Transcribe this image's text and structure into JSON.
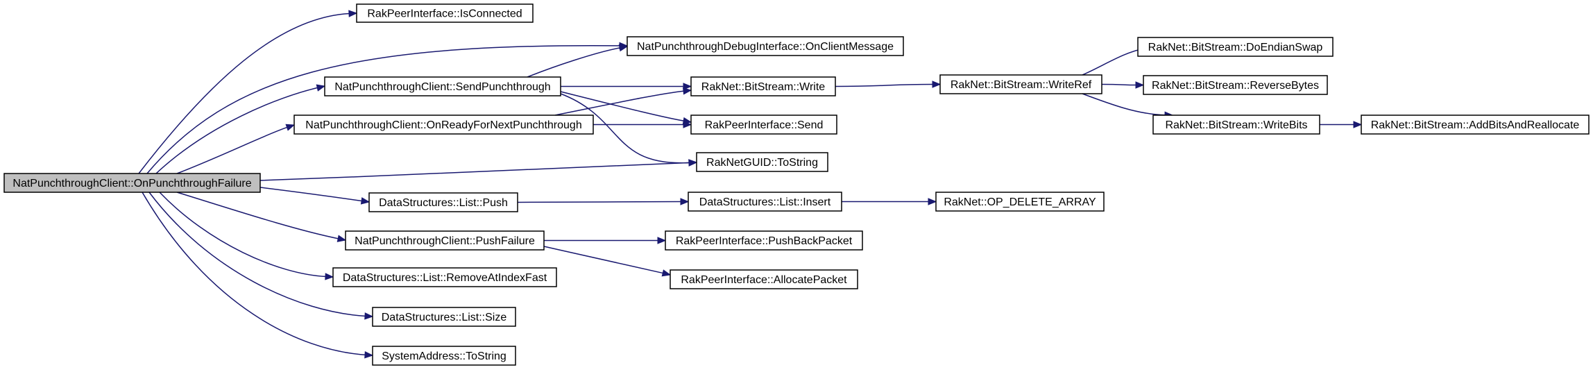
{
  "nodes": {
    "root": "NatPunchthroughClient::OnPunchthroughFailure",
    "isConnected": "RakPeerInterface::IsConnected",
    "debugOnClientMessage": "NatPunchthroughDebugInterface::OnClientMessage",
    "sendPunchthrough": "NatPunchthroughClient::SendPunchthrough",
    "onReadyForNext": "NatPunchthroughClient::OnReadyForNextPunchthrough",
    "bsWrite": "RakNet::BitStream::Write",
    "rakSend": "RakPeerInterface::Send",
    "guidToString": "RakNetGUID::ToString",
    "bsWriteRef": "RakNet::BitStream::WriteRef",
    "bsDoEndianSwap": "RakNet::BitStream::DoEndianSwap",
    "bsReverseBytes": "RakNet::BitStream::ReverseBytes",
    "bsWriteBits": "RakNet::BitStream::WriteBits",
    "bsAddBits": "RakNet::BitStream::AddBitsAndReallocate",
    "listPush": "DataStructures::List::Push",
    "listInsert": "DataStructures::List::Insert",
    "opDeleteArray": "RakNet::OP_DELETE_ARRAY",
    "pushFailure": "NatPunchthroughClient::PushFailure",
    "pushBackPacket": "RakPeerInterface::PushBackPacket",
    "allocatePacket": "RakPeerInterface::AllocatePacket",
    "removeAtIndexFast": "DataStructures::List::RemoveAtIndexFast",
    "listSize": "DataStructures::List::Size",
    "sysAddrToString": "SystemAddress::ToString"
  },
  "edges": [
    [
      "root",
      "isConnected"
    ],
    [
      "root",
      "debugOnClientMessage"
    ],
    [
      "root",
      "sendPunchthrough"
    ],
    [
      "root",
      "onReadyForNext"
    ],
    [
      "root",
      "guidToString"
    ],
    [
      "root",
      "listPush"
    ],
    [
      "root",
      "pushFailure"
    ],
    [
      "root",
      "removeAtIndexFast"
    ],
    [
      "root",
      "listSize"
    ],
    [
      "root",
      "sysAddrToString"
    ],
    [
      "sendPunchthrough",
      "debugOnClientMessage"
    ],
    [
      "sendPunchthrough",
      "bsWrite"
    ],
    [
      "sendPunchthrough",
      "rakSend"
    ],
    [
      "sendPunchthrough",
      "guidToString"
    ],
    [
      "onReadyForNext",
      "bsWrite"
    ],
    [
      "onReadyForNext",
      "rakSend"
    ],
    [
      "bsWrite",
      "bsWriteRef"
    ],
    [
      "bsWriteRef",
      "bsDoEndianSwap"
    ],
    [
      "bsWriteRef",
      "bsReverseBytes"
    ],
    [
      "bsWriteRef",
      "bsWriteBits"
    ],
    [
      "bsWriteBits",
      "bsAddBits"
    ],
    [
      "listPush",
      "listInsert"
    ],
    [
      "listInsert",
      "opDeleteArray"
    ],
    [
      "pushFailure",
      "pushBackPacket"
    ],
    [
      "pushFailure",
      "allocatePacket"
    ]
  ]
}
